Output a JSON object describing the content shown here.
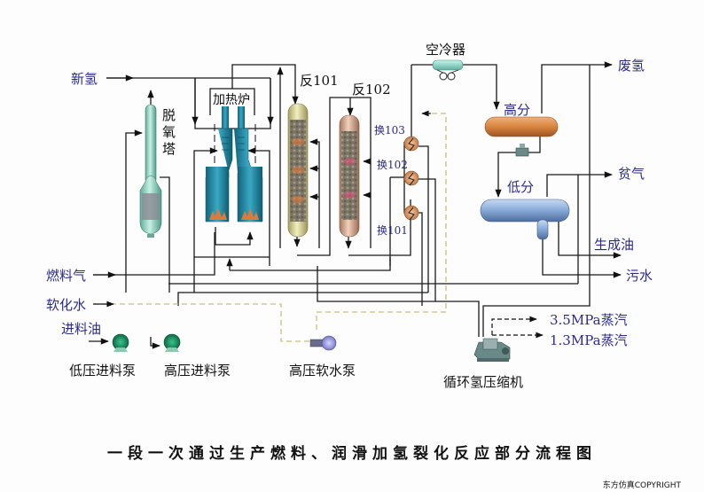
{
  "diagram": {
    "title": "一段一次通过生产燃料、润滑加氢裂化反应部分流程图",
    "copyright": "东方仿真COPYRIGHT",
    "inputs": {
      "new_hydrogen": "新氢",
      "fuel_gas": "燃料气",
      "softened_water": "软化水",
      "feed_oil": "进料油"
    },
    "outputs": {
      "waste_hydrogen": "废氢",
      "lean_gas": "贫气",
      "product_oil": "生成油",
      "sewage": "污水",
      "steam_35": "3.5MPa蒸汽",
      "steam_13": "1.3MPa蒸汽"
    },
    "equipment": {
      "deoxygenation_tower": "脱氧塔",
      "heating_furnace": "加热炉",
      "reactor_101": "反101",
      "reactor_102": "反102",
      "exchanger_103": "换103",
      "exchanger_102": "换102",
      "exchanger_101": "换101",
      "air_cooler": "空冷器",
      "high_pressure_separator": "高分",
      "low_pressure_separator": "低分",
      "low_pressure_feed_pump": "低压进料泵",
      "high_pressure_feed_pump": "高压进料泵",
      "high_pressure_soft_water_pump": "高压软水泵",
      "recycle_hydrogen_compressor": "循环氢压缩机"
    },
    "colors": {
      "line": "#1a1a1a",
      "dashed_water": "#c8c27a",
      "label_blue": "#2b2b8c",
      "tower": "#8fd3c0",
      "furnace": "#1f8aa6",
      "reactor_101": "#d9d39a",
      "reactor_102": "#d9a98a",
      "hp_separator": "#d98a48",
      "lp_separator": "#86a8d6",
      "air_cooler": "#8fd8c8",
      "pump": "#1f9a6a",
      "soft_water_pump": "#9a9ae0"
    }
  }
}
